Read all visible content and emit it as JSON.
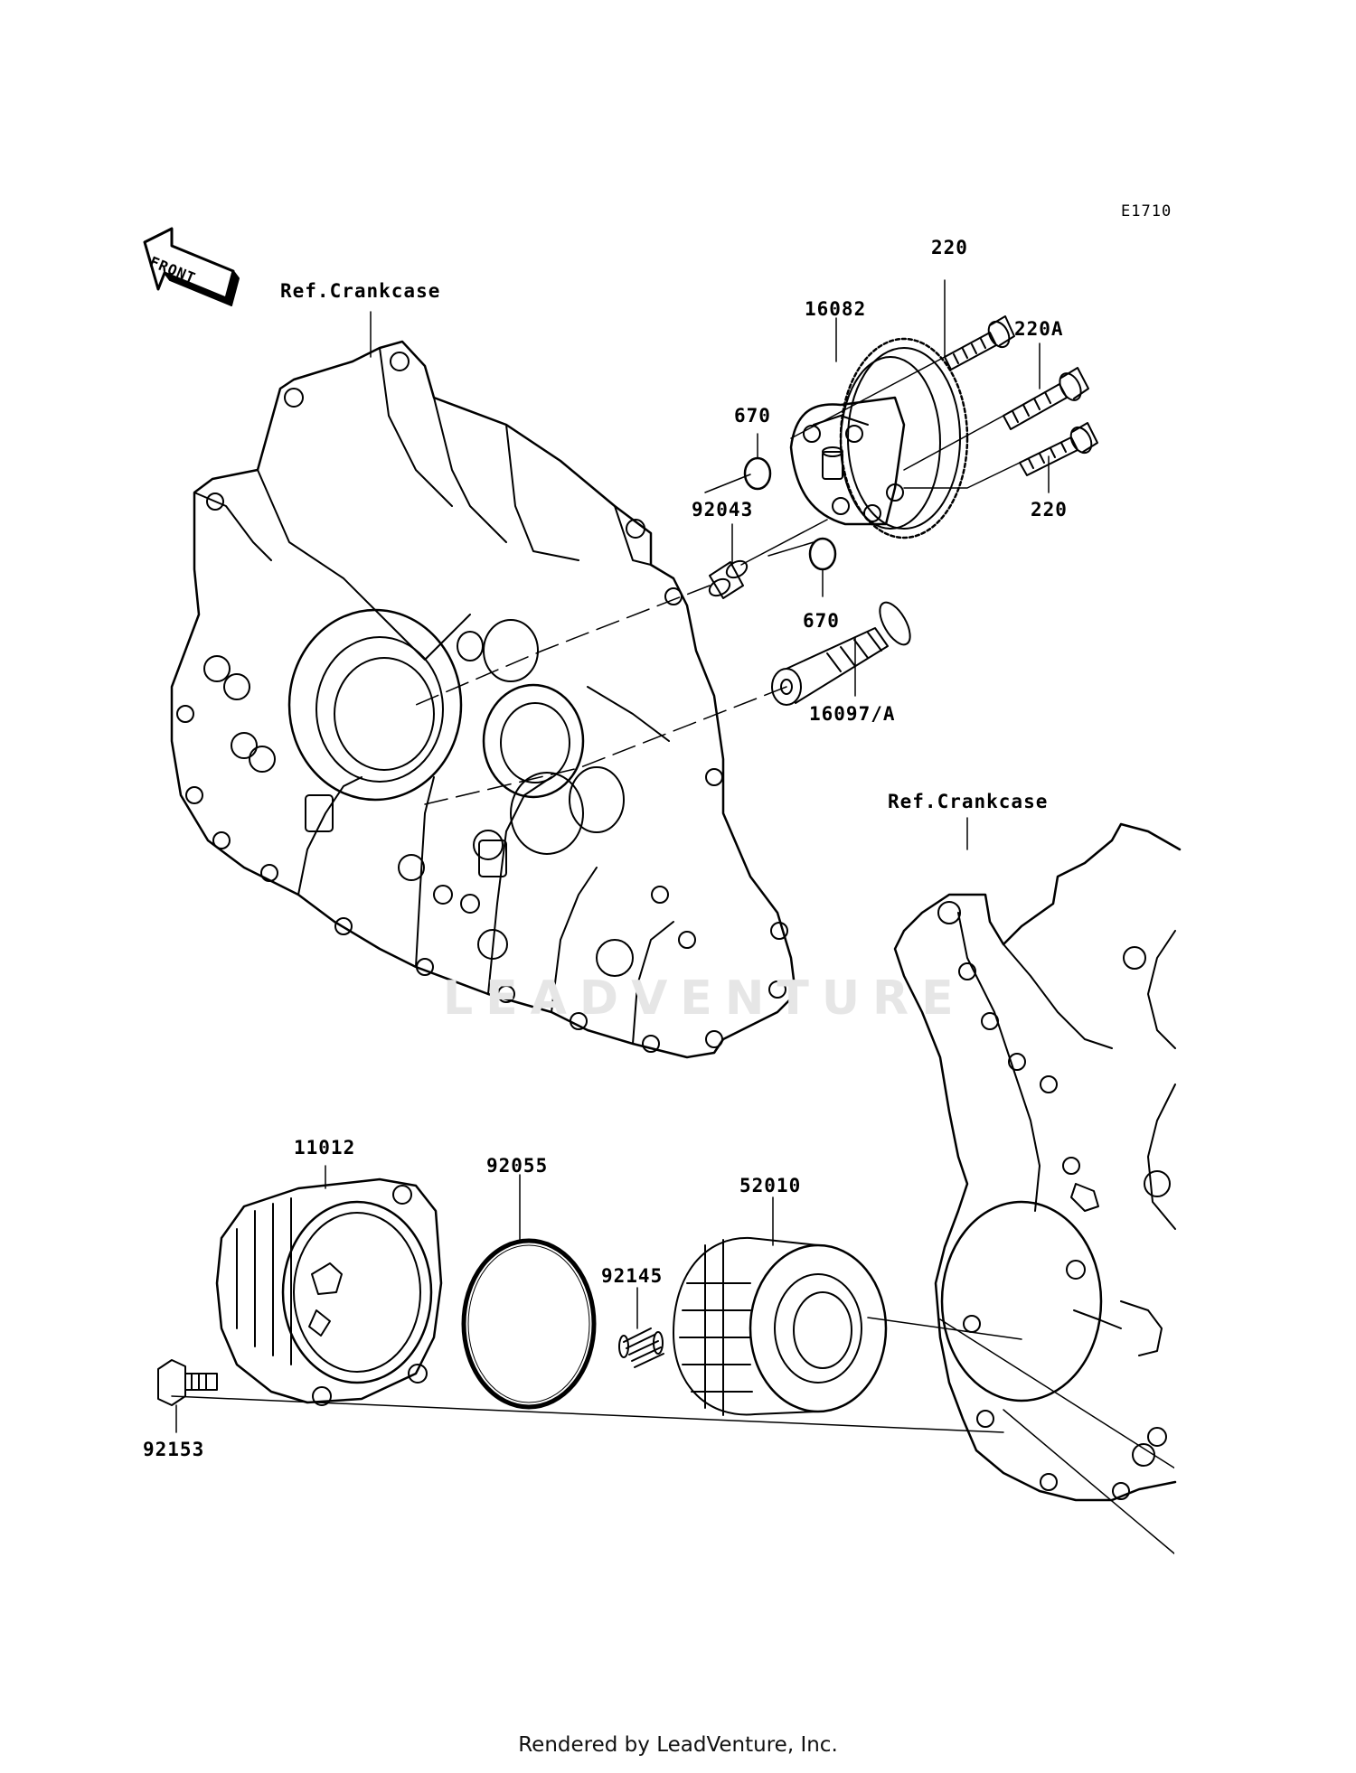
{
  "diagram_code": "E1710",
  "front_arrow_text": "FRONT",
  "ref_labels": [
    "Ref.Crankcase",
    "Ref.Crankcase"
  ],
  "parts": [
    {
      "number": "220"
    },
    {
      "number": "16082"
    },
    {
      "number": "220A"
    },
    {
      "number": "670"
    },
    {
      "number": "220"
    },
    {
      "number": "92043"
    },
    {
      "number": "670"
    },
    {
      "number": "16097/A"
    },
    {
      "number": "11012"
    },
    {
      "number": "92055"
    },
    {
      "number": "52010"
    },
    {
      "number": "92145"
    },
    {
      "number": "92153"
    }
  ],
  "watermark": "LEADVENTURE",
  "footer": "Rendered by LeadVenture, Inc."
}
